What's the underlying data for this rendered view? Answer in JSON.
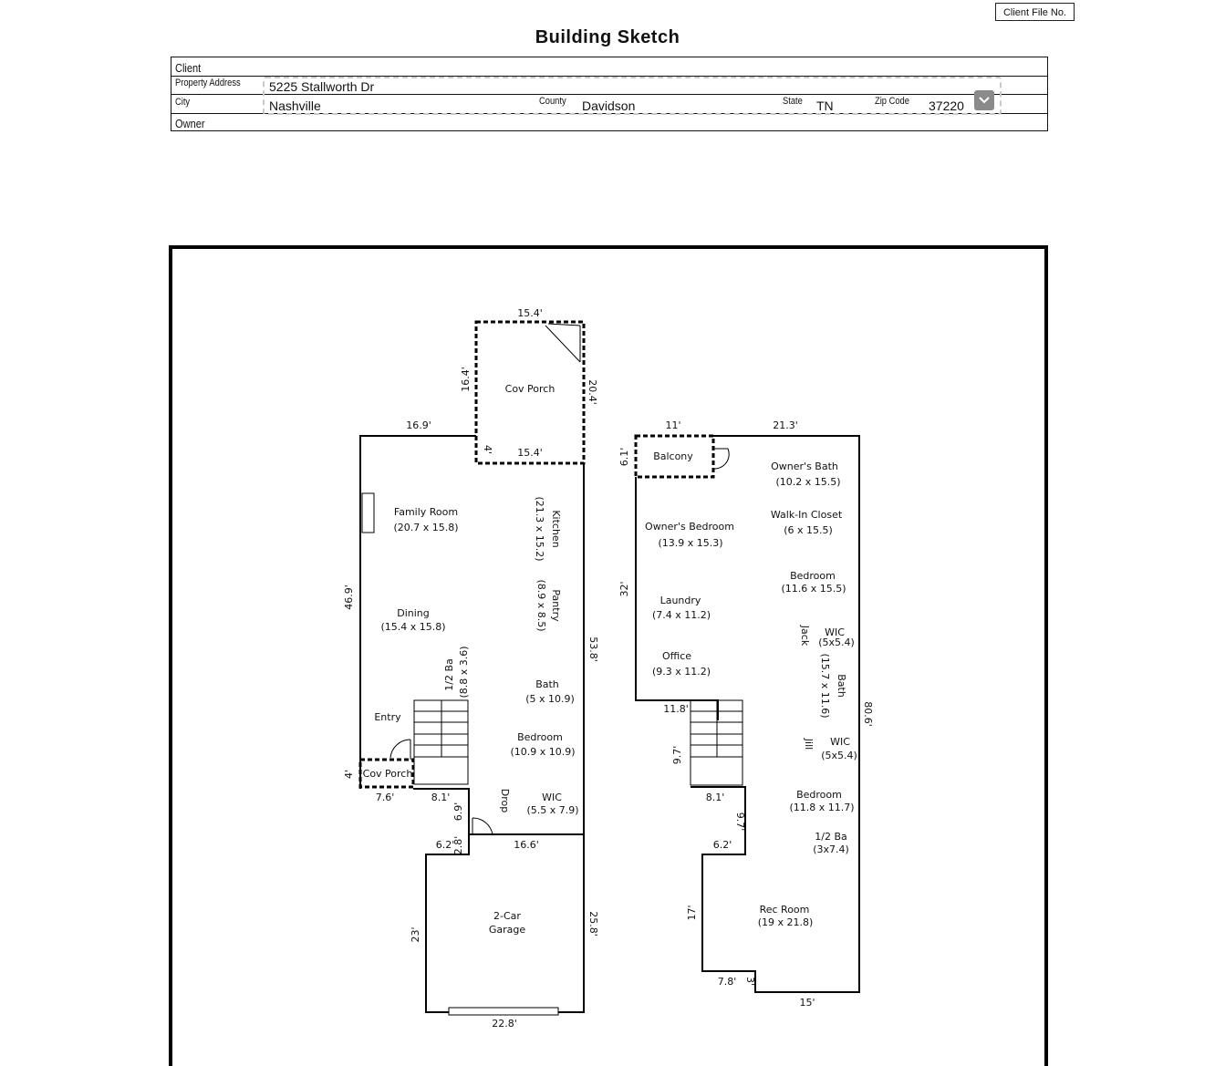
{
  "header": {
    "client_file_label": "Client File No.",
    "title": "Building Sketch"
  },
  "form": {
    "client_label": "Client",
    "property_address_label": "Property Address",
    "property_address": "5225 Stallworth Dr",
    "city_label": "City",
    "city": "Nashville",
    "county_label": "County",
    "county": "Davidson",
    "state_label": "State",
    "state": "TN",
    "zip_label": "Zip Code",
    "zip": "37220",
    "owner_label": "Owner"
  },
  "sketch": {
    "rooms": {
      "cov_porch_top": "Cov Porch",
      "family_room": "Family Room",
      "family_room_dim": "(20.7 x 15.8)",
      "kitchen": "Kitchen",
      "kitchen_dim": "(21.3 x 15.2)",
      "pantry": "Pantry",
      "pantry_dim": "(8.9 x 8.5)",
      "dining": "Dining",
      "dining_dim": "(15.4 x 15.8)",
      "half_ba": "1/2 Ba",
      "half_ba_dim": "(8.8 x 3.6)",
      "bath": "Bath",
      "bath_dim": "(5 x 10.9)",
      "entry": "Entry",
      "bedroom_main": "Bedroom",
      "bedroom_main_dim": "(10.9 x 10.9)",
      "cov_porch_bottom": "Cov Porch",
      "drop": "Drop",
      "wic_main": "WIC",
      "wic_main_dim": "(5.5 x 7.9)",
      "garage_1": "2-Car",
      "garage_2": "Garage",
      "balcony": "Balcony",
      "owners_bath": "Owner's Bath",
      "owners_bath_dim": "(10.2 x 15.5)",
      "walkin_closet": "Walk-In Closet",
      "walkin_closet_dim": "(6 x 15.5)",
      "owners_bedroom": "Owner's Bedroom",
      "owners_bedroom_dim": "(13.9 x 15.3)",
      "bedroom_up1": "Bedroom",
      "bedroom_up1_dim": "(11.6 x 15.5)",
      "laundry": "Laundry",
      "laundry_dim": "(7.4 x 11.2)",
      "jack": "Jack",
      "wic_up1": "WIC",
      "wic_up1_dim": "(5x5.4)",
      "jj_bath": "Bath",
      "jj_bath_dim": "(15.7 x 11.6)",
      "office": "Office",
      "office_dim": "(9.3 x 11.2)",
      "jill": "Jill",
      "wic_up2": "WIC",
      "wic_up2_dim": "(5x5.4)",
      "bedroom_up2": "Bedroom",
      "bedroom_up2_dim": "(11.8 x 11.7)",
      "half_ba_up": "1/2 Ba",
      "half_ba_up_dim": "(3x7.4)",
      "rec_room": "Rec Room",
      "rec_room_dim": "(19 x 21.8)"
    },
    "dims": {
      "d1": "15.4'",
      "d2": "16.4'",
      "d3": "20.4'",
      "d4": "16.9'",
      "d5": "4'",
      "d6": "15.4'",
      "d7": "46.9'",
      "d8": "53.8'",
      "d9": "4'",
      "d10": "7.6'",
      "d11": "8.1'",
      "d12": "6.9'",
      "d13": "6.2'",
      "d14": "2.8'",
      "d15": "16.6'",
      "d16": "23'",
      "d17": "25.8'",
      "d18": "22.8'",
      "d19": "11'",
      "d20": "21.3'",
      "d21": "6.1'",
      "d22": "32'",
      "d23": "11.8'",
      "d24": "9.7'",
      "d25": "8.1'",
      "d26": "9.7'",
      "d27": "6.2'",
      "d28": "80.6'",
      "d29": "17'",
      "d30": "7.8'",
      "d31": "3'",
      "d32": "15'"
    }
  }
}
